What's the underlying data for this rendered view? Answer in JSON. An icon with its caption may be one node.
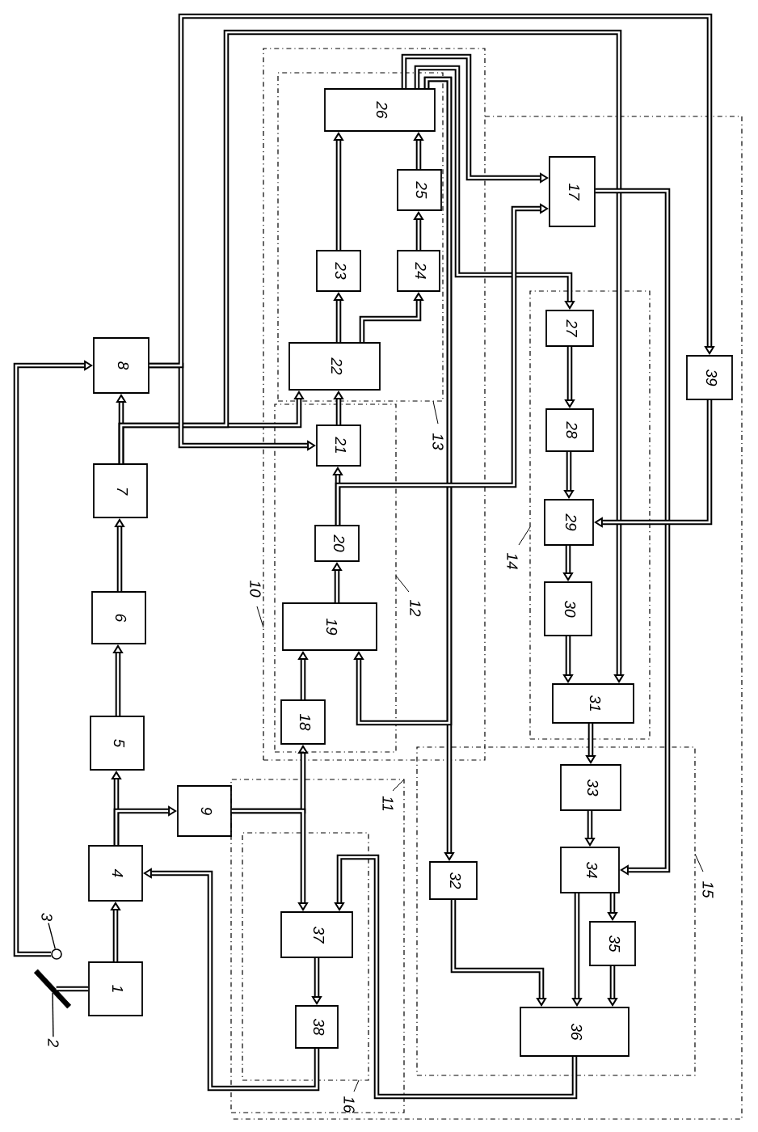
{
  "diagram": {
    "nodes": [
      {
        "text": [
          "1"
        ]
      },
      {
        "text": [],
        "shape": "bar"
      },
      {
        "text": [],
        "shape": "circle"
      },
      {
        "text": [
          "4"
        ]
      },
      {
        "text": [
          "5"
        ]
      },
      {
        "text": [
          "6"
        ]
      },
      {
        "text": [
          "7"
        ]
      },
      {
        "text": [
          "8"
        ]
      },
      {
        "text": [
          "9"
        ]
      },
      {
        "text": [
          "10"
        ]
      },
      {
        "text": [
          "11"
        ]
      },
      {
        "text": [
          "12"
        ],
        "in": 9
      },
      {
        "text": [
          "13"
        ],
        "in": 9
      },
      {
        "text": [
          "14"
        ]
      },
      {
        "text": [
          "15"
        ]
      },
      {
        "text": [
          "16"
        ],
        "in": 10
      },
      {
        "text": [
          "17"
        ]
      },
      {
        "text": [
          "18"
        ],
        "in": 11
      },
      {
        "text": [
          "19"
        ],
        "in": 11
      },
      {
        "text": [
          "20"
        ],
        "in": 11
      },
      {
        "text": [
          "21"
        ],
        "in": 11
      },
      {
        "text": [
          "22"
        ],
        "in": 12
      },
      {
        "text": [
          "23"
        ],
        "in": 12
      },
      {
        "text": [
          "24"
        ],
        "in": 12
      },
      {
        "text": [
          "25"
        ],
        "in": 12
      },
      {
        "text": [
          "26"
        ],
        "in": 12
      },
      {
        "text": [
          "27"
        ],
        "in": 13
      },
      {
        "text": [
          "28"
        ],
        "in": 13
      },
      {
        "text": [
          "29"
        ],
        "in": 13
      },
      {
        "text": [
          "30"
        ],
        "in": 13
      },
      {
        "text": [
          "31"
        ],
        "in": 13
      },
      {
        "text": [
          "32"
        ],
        "in": 14
      },
      {
        "text": [
          "33"
        ],
        "in": 14
      },
      {
        "text": [
          "34"
        ],
        "in": 14
      },
      {
        "text": [
          "35"
        ],
        "in": 14
      },
      {
        "text": [
          "36"
        ],
        "in": 14
      },
      {
        "text": [
          "37"
        ],
        "in": 15
      },
      {
        "text": [
          "38"
        ],
        "in": 15
      },
      {
        "text": [
          "39"
        ]
      },
      {
        "text": [
          "2"
        ]
      },
      {
        "text": [
          "3"
        ]
      }
    ],
    "edges": [
      {
        "from": 0,
        "to": 3,
        "arrow": "to"
      },
      {
        "from": 3,
        "to": 4,
        "arrow": "to"
      },
      {
        "from": 3,
        "to": 8,
        "arrow": "to"
      },
      {
        "from": 4,
        "to": 5,
        "arrow": "to"
      },
      {
        "from": 5,
        "to": 6,
        "arrow": "to"
      },
      {
        "from": 6,
        "to": 7,
        "arrow": "to"
      },
      {
        "from": 2,
        "to": 7,
        "arrow": "to"
      },
      {
        "from": 1,
        "to": 0,
        "arrow": "none"
      },
      {
        "from": 6,
        "to": 21,
        "arrow": "to"
      },
      {
        "from": 6,
        "to": 30,
        "arrow": "to"
      },
      {
        "from": 7,
        "to": 20,
        "arrow": "to"
      },
      {
        "from": 7,
        "to": 38,
        "arrow": "to"
      },
      {
        "from": 8,
        "to": 17,
        "arrow": "to"
      },
      {
        "from": 8,
        "to": 36,
        "arrow": "to"
      },
      {
        "from": 17,
        "to": 18,
        "arrow": "to"
      },
      {
        "from": 18,
        "to": 19,
        "arrow": "to"
      },
      {
        "from": 19,
        "to": 20,
        "arrow": "to"
      },
      {
        "from": 20,
        "to": 21,
        "arrow": "to"
      },
      {
        "from": 21,
        "to": 22,
        "arrow": "to"
      },
      {
        "from": 22,
        "to": 25,
        "arrow": "to"
      },
      {
        "from": 21,
        "to": 23,
        "arrow": "to"
      },
      {
        "from": 23,
        "to": 24,
        "arrow": "to"
      },
      {
        "from": 24,
        "to": 25,
        "arrow": "to"
      },
      {
        "from": 25,
        "to": 16,
        "arrow": "to"
      },
      {
        "from": 25,
        "to": 26,
        "arrow": "to"
      },
      {
        "from": 25,
        "to": 31,
        "arrow": "to"
      },
      {
        "from": 25,
        "to": 18,
        "arrow": "to"
      },
      {
        "from": 19,
        "to": 16,
        "arrow": "to"
      },
      {
        "from": 26,
        "to": 27,
        "arrow": "to"
      },
      {
        "from": 27,
        "to": 28,
        "arrow": "to"
      },
      {
        "from": 28,
        "to": 29,
        "arrow": "to"
      },
      {
        "from": 29,
        "to": 30,
        "arrow": "to"
      },
      {
        "from": 16,
        "to": 33,
        "arrow": "to"
      },
      {
        "from": 38,
        "to": 28,
        "arrow": "to"
      },
      {
        "from": 30,
        "to": 32,
        "arrow": "to"
      },
      {
        "from": 32,
        "to": 33,
        "arrow": "to"
      },
      {
        "from": 33,
        "to": 34,
        "arrow": "to"
      },
      {
        "from": 33,
        "to": 35,
        "arrow": "to"
      },
      {
        "from": 34,
        "to": 35,
        "arrow": "to"
      },
      {
        "from": 31,
        "to": 35,
        "arrow": "to"
      },
      {
        "from": 35,
        "to": 36,
        "arrow": "to"
      },
      {
        "from": 37,
        "to": 3,
        "arrow": "to"
      },
      {
        "from": 36,
        "to": 37,
        "arrow": "to"
      },
      {
        "from": 39,
        "to": 1,
        "arrow": "none"
      },
      {
        "from": 40,
        "to": 2,
        "arrow": "none"
      }
    ]
  }
}
